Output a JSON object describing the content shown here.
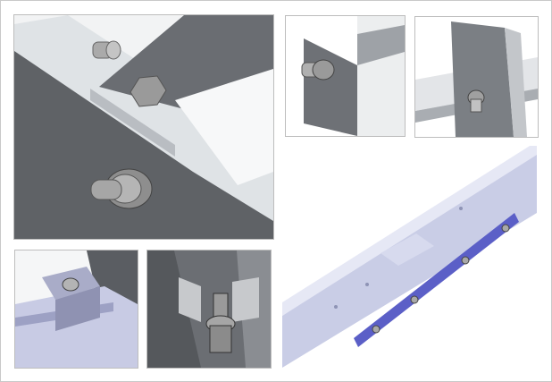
{
  "panels": [
    {
      "id": "p1",
      "subject": "bolted-bracket-closeup"
    },
    {
      "id": "p2",
      "subject": "bracket-plate-bolt"
    },
    {
      "id": "p3",
      "subject": "rail-clamp-bolt"
    },
    {
      "id": "p4",
      "subject": "mid-clamp-on-rail"
    },
    {
      "id": "p5",
      "subject": "clamp-bolt-closeup"
    },
    {
      "id": "p6",
      "subject": "rail-splice-assembly"
    }
  ],
  "colors": {
    "steel_dark": "#5f6266",
    "steel_mid": "#8c9096",
    "steel_light": "#e6e8ea",
    "aluminum": "#c9cde6",
    "splice_blue": "#5b5fc7",
    "bolt": "#a8a8a8"
  }
}
